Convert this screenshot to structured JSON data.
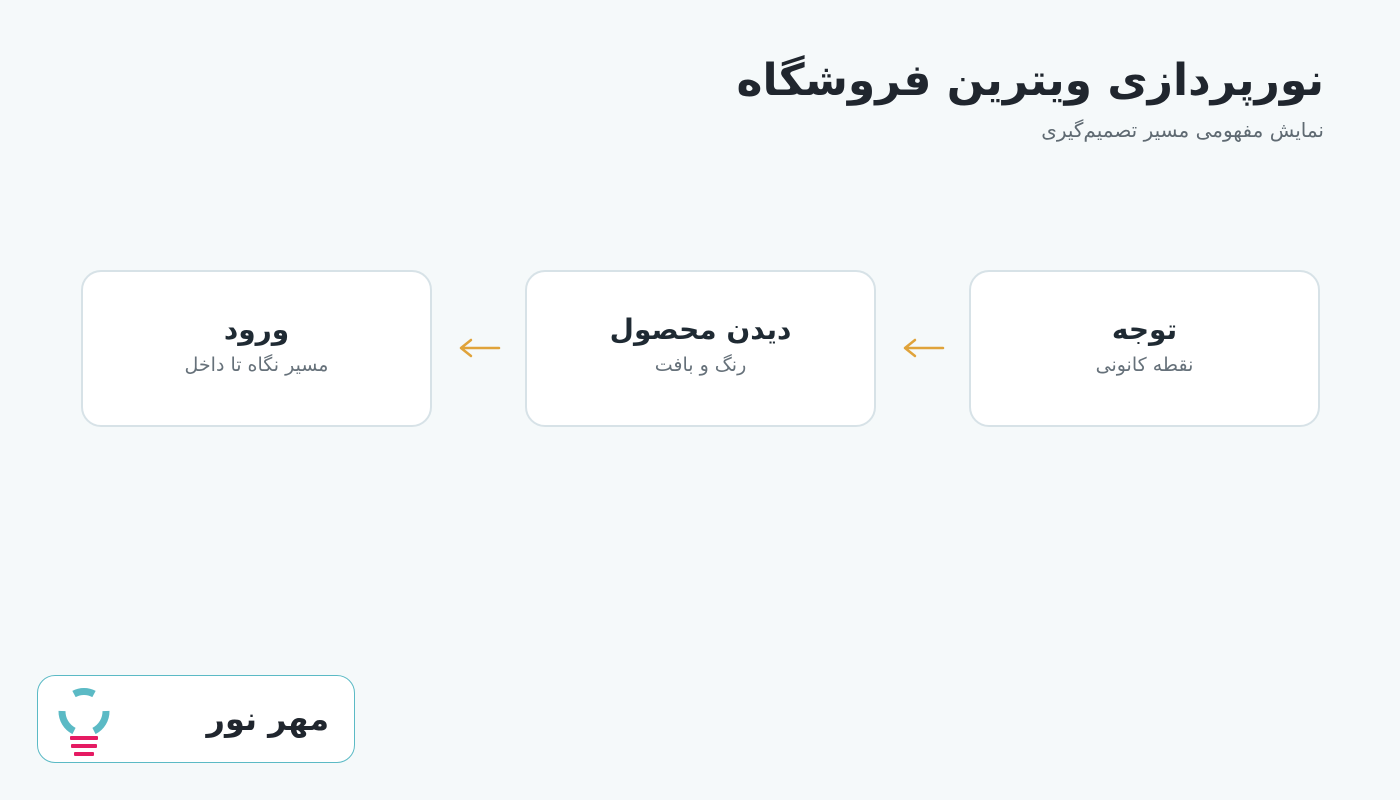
{
  "header": {
    "title": "نورپردازی ویترین فروشگاه",
    "subtitle": "نمایش مفهومی مسیر تصمیم‌گیری"
  },
  "flow": {
    "steps": [
      {
        "title": "توجه",
        "description": "نقطه کانونی"
      },
      {
        "title": "دیدن محصول",
        "description": "رنگ و بافت"
      },
      {
        "title": "ورود",
        "description": "مسیر نگاه تا داخل"
      }
    ],
    "arrow_icon": "arrow-left-icon",
    "arrow_color": "#e0a33a"
  },
  "brand": {
    "name": "مهر نور",
    "logo_icon": "lightbulb-icon",
    "logo_colors": {
      "ring": "#5bbac5",
      "base": "#e51b63"
    }
  },
  "colors": {
    "background": "#f5f9fa",
    "card_border": "#d7e2e7",
    "title_text": "#20262e",
    "muted_text": "#5f6a72"
  }
}
